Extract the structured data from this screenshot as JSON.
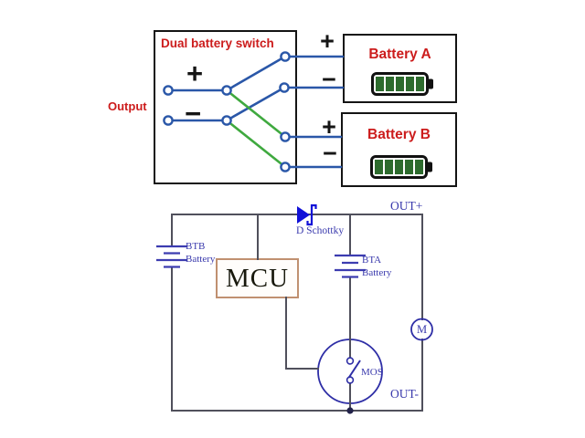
{
  "colors": {
    "wire_blue": "#2a57a8",
    "wire_green": "#3fa93f",
    "wire_dark": "#50505c",
    "symbol_blue": "#3c3cb0",
    "outline_blue": "#2e2ea6",
    "diode_blue": "#1111d8",
    "text_blue": "#3a3aad",
    "text_red": "#cc1c1c",
    "battery_green": "#2d6b2d",
    "mcu_border": "#c09070"
  },
  "switch_panel": {
    "title": "Dual battery switch",
    "output_label": "Output",
    "plus_sign": "+",
    "minus_sign": "−"
  },
  "battery_a": {
    "label": "Battery A"
  },
  "battery_b": {
    "label": "Battery B"
  },
  "control_circuit": {
    "btb": {
      "name": "BTB",
      "type": "Battery"
    },
    "bta": {
      "name": "BTA",
      "type": "Battery"
    },
    "mcu_label": "MCU",
    "diode_label": "D Schottky",
    "mos_label": "MOS",
    "motor_label": "M",
    "out_plus_label": "OUT+",
    "out_minus_label": "OUT-"
  }
}
